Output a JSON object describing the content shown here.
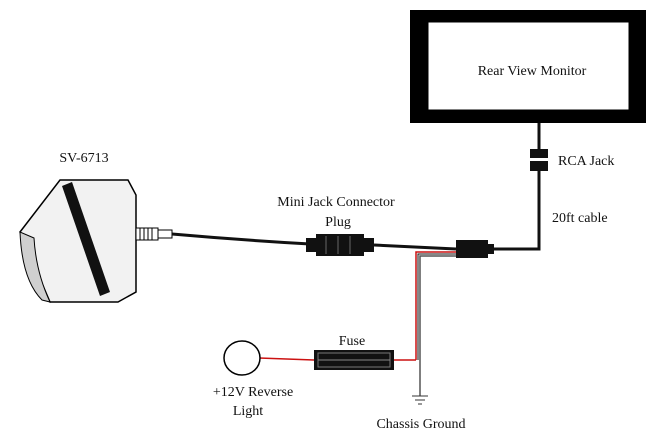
{
  "labels": {
    "monitor": "Rear View Monitor",
    "camera": "SV-6713",
    "rca_jack": "RCA Jack",
    "mini_jack_line1": "Mini Jack Connector",
    "mini_jack_line2": "Plug",
    "cable": "20ft cable",
    "fuse": "Fuse",
    "reverse_light_line1": "+12V Reverse",
    "reverse_light_line2": "Light",
    "ground": "Chassis Ground"
  },
  "colors": {
    "wire_black": "#111111",
    "wire_red": "#cc1111",
    "camera_body": "#f2f2f2",
    "monitor_frame": "#000000"
  }
}
